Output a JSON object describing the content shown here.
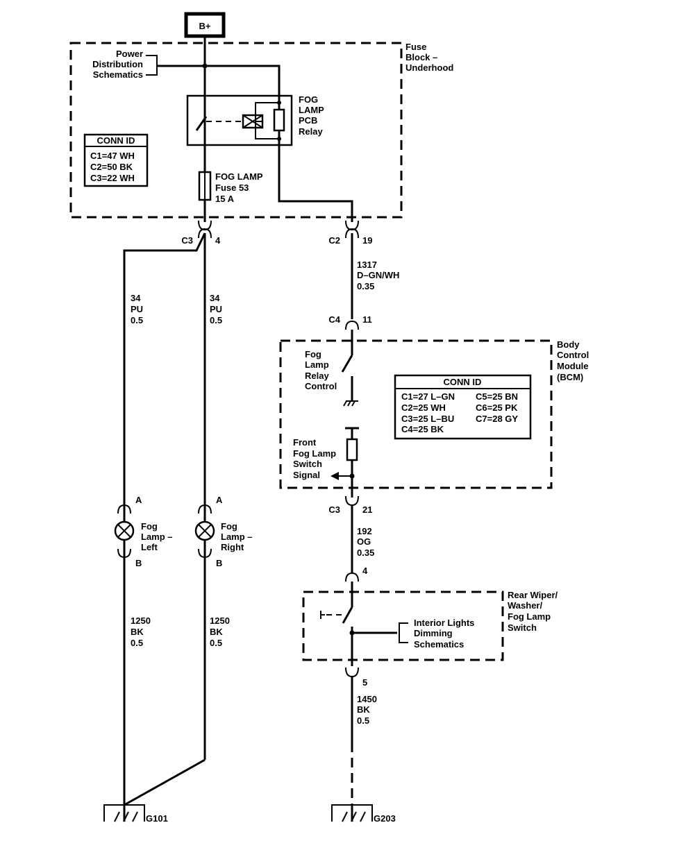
{
  "power": {
    "bplus": "B+"
  },
  "fuse_block": {
    "title_lines": [
      "Fuse",
      "Block –",
      "Underhood"
    ],
    "power_dist_lines": [
      "Power",
      "Distribution",
      "Schematics"
    ],
    "conn_id": {
      "header": "CONN ID",
      "entries": [
        "C1=47 WH",
        "C2=50 BK",
        "C3=22 WH"
      ]
    },
    "relay_lines": [
      "FOG",
      "LAMP",
      "PCB",
      "Relay"
    ],
    "fuse_lines": [
      "FOG LAMP",
      "Fuse 53",
      "15 A"
    ]
  },
  "connectors": {
    "c3_left": "C3",
    "c3_left_pin": "4",
    "c2": "C2",
    "c2_pin": "19",
    "c4": "C4",
    "c4_pin": "11",
    "c3_right": "C3",
    "c3_right_pin": "21",
    "switch_top_pin": "4",
    "switch_bottom_pin": "5"
  },
  "wires": {
    "w_1317": [
      "1317",
      "D–GN/WH",
      "0.35"
    ],
    "w_34_left": [
      "34",
      "PU",
      "0.5"
    ],
    "w_34_right": [
      "34",
      "PU",
      "0.5"
    ],
    "w_192": [
      "192",
      "OG",
      "0.35"
    ],
    "w_1250_left": [
      "1250",
      "BK",
      "0.5"
    ],
    "w_1250_right": [
      "1250",
      "BK",
      "0.5"
    ],
    "w_1450": [
      "1450",
      "BK",
      "0.5"
    ]
  },
  "bcm": {
    "title_lines": [
      "Body",
      "Control",
      "Module",
      "(BCM)"
    ],
    "relay_control_lines": [
      "Fog",
      "Lamp",
      "Relay",
      "Control"
    ],
    "switch_signal_lines": [
      "Front",
      "Fog Lamp",
      "Switch",
      "Signal"
    ],
    "conn_id": {
      "header": "CONN ID",
      "left": [
        "C1=27 L–GN",
        "C2=25 WH",
        "C3=25 L–BU",
        "C4=25 BK"
      ],
      "right": [
        "C5=25 BN",
        "C6=25 PK",
        "C7=28 GY"
      ]
    }
  },
  "lamps": {
    "left_lines": [
      "Fog",
      "Lamp –",
      "Left"
    ],
    "right_lines": [
      "Fog",
      "Lamp –",
      "Right"
    ],
    "pin_a": "A",
    "pin_b": "B"
  },
  "switch": {
    "title_lines": [
      "Rear Wiper/",
      "Washer/",
      "Fog Lamp",
      "Switch"
    ],
    "dimming_lines": [
      "Interior Lights",
      "Dimming",
      "Schematics"
    ]
  },
  "grounds": {
    "g101": "G101",
    "g203": "G203"
  }
}
